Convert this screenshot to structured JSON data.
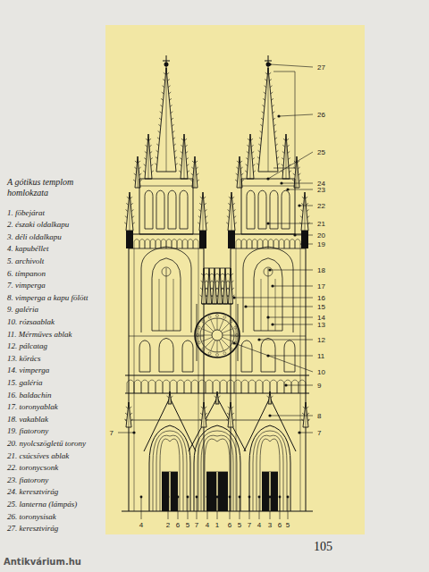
{
  "diagram": {
    "title": "A gótikus templom homlokzata",
    "labels": [
      "1. főbejárat",
      "2. északi oldalkapu",
      "3. déli oldalkapu",
      "4. kapubéllet",
      "5. archivolt",
      "6. tímpanon",
      "7. vimperga",
      "8. vimperga a kapu fölött",
      "9. galéria",
      "10. rózsaablak",
      "11. Mérműves ablak",
      "12. pálcatag",
      "13. kőrács",
      "14. vimperga",
      "15. galéria",
      "16. baldachin",
      "17. toronyablak",
      "18. vakablak",
      "19. fiatorony",
      "20. nyolcszögletű torony",
      "21. csúcsíves ablak",
      "22. toronycsonk",
      "23. fiatorony",
      "24. keresztvirág",
      "25. lanterna (lámpás)",
      "26. toronysisak",
      "27. keresztvirág",
      "27",
      "26",
      "25",
      "24",
      "23",
      "22",
      "21",
      "20",
      "19",
      "18",
      "17",
      "16",
      "15",
      "14",
      "13",
      "12",
      "11",
      "10",
      "9",
      "8",
      "7",
      "7",
      "4",
      "2",
      "6",
      "5",
      "7",
      "4",
      "1",
      "6",
      "5",
      "7",
      "4",
      "3",
      "6",
      "5",
      "105",
      "Antikvárium.hu"
    ]
  }
}
